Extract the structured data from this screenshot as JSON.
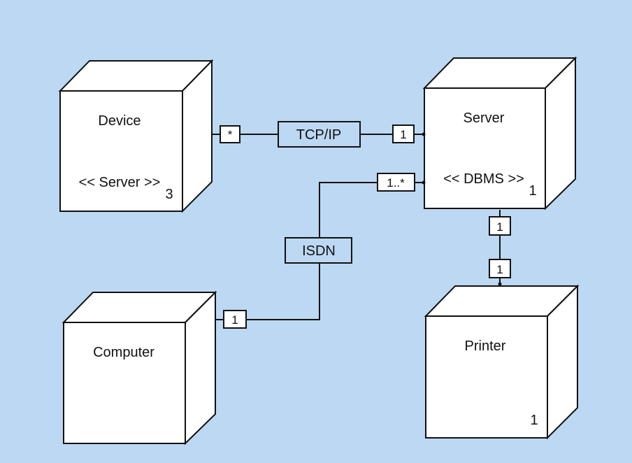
{
  "nodes": {
    "device": {
      "name": "Device",
      "stereotype": "<< Server >>",
      "count": "3"
    },
    "server": {
      "name": "Server",
      "stereotype": "<< DBMS >>",
      "count": "1"
    },
    "computer": {
      "name": "Computer"
    },
    "printer": {
      "name": "Printer",
      "count": "1"
    }
  },
  "links": {
    "tcpip": {
      "label": "TCP/IP",
      "mult_device": "*",
      "mult_server": "1"
    },
    "isdn": {
      "label": "ISDN",
      "mult_server": "1..*",
      "mult_computer": "1"
    },
    "printer_link": {
      "mult_server": "1",
      "mult_printer": "1"
    }
  },
  "colors": {
    "background": "#bcd8f2",
    "node_fill": "#ffffff",
    "line": "#111111"
  }
}
